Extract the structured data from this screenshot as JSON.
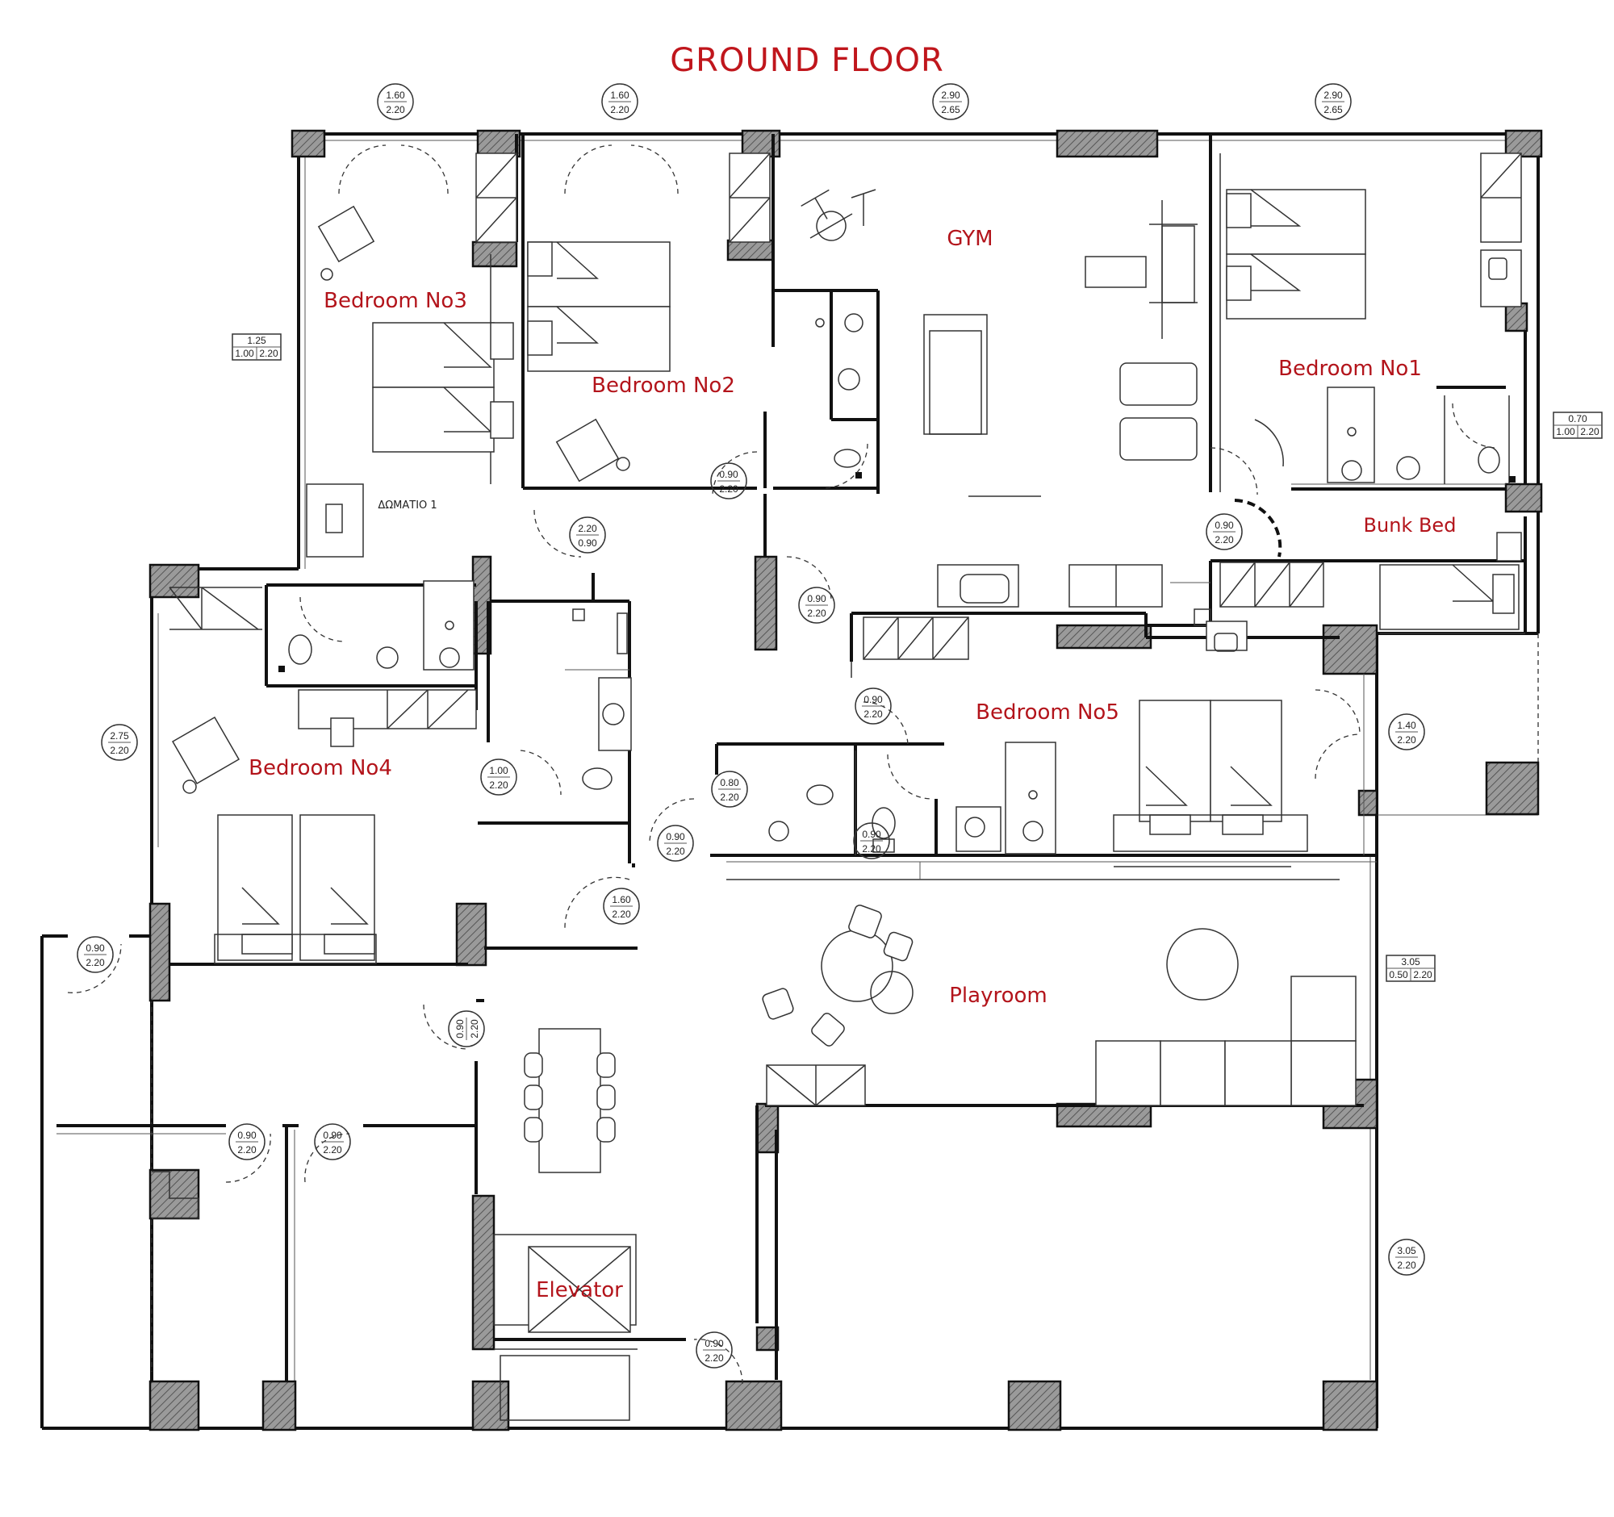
{
  "title": "GROUND FLOOR",
  "rooms": {
    "bedroom1": "Bedroom No1",
    "bedroom2": "Bedroom No2",
    "bedroom3": "Bedroom No3",
    "bedroom4": "Bedroom No4",
    "bedroom5": "Bedroom No5",
    "gym": "GYM",
    "bunk": "Bunk Bed",
    "playroom": "Playroom",
    "elevator": "Elevator",
    "domatio": "ΔΩΜΑΤΙΟ 1"
  },
  "tags": {
    "t1": [
      "1.60",
      "2.20"
    ],
    "t2": [
      "1.60",
      "2.20"
    ],
    "t3": [
      "2.90",
      "2.65"
    ],
    "t4": [
      "2.90",
      "2.65"
    ],
    "t5": [
      "0.90",
      "2.20"
    ],
    "t6": [
      "2.20",
      "0.90"
    ],
    "t7": [
      "0.90",
      "2.20"
    ],
    "t8": [
      "0.90",
      "2.20"
    ],
    "t9": [
      "0.90",
      "2.20"
    ],
    "t10": [
      "0.90",
      "2.20"
    ],
    "t11": [
      "1.00",
      "2.20"
    ],
    "t12": [
      "0.80",
      "2.20"
    ],
    "t13": [
      "0.90",
      "2.20"
    ],
    "t14": [
      "1.60",
      "2.20"
    ],
    "t15": [
      "1.40",
      "2.20"
    ],
    "t16": [
      "0.90",
      "2.20"
    ],
    "t17": [
      "0.90",
      "2.20"
    ],
    "t18": [
      "0.90",
      "2.20"
    ],
    "t19": [
      "0.90",
      "2.20"
    ],
    "t20": [
      "0.90",
      "2.20"
    ],
    "t21": [
      "3.05",
      "2.20"
    ],
    "t22": [
      "2.75",
      "2.20"
    ]
  },
  "boxtags": {
    "b1": [
      "1.25",
      "1.00",
      "2.20"
    ],
    "b2": [
      "0.70",
      "1.00",
      "2.20"
    ],
    "b3": [
      "3.05",
      "0.50",
      "2.20"
    ]
  }
}
